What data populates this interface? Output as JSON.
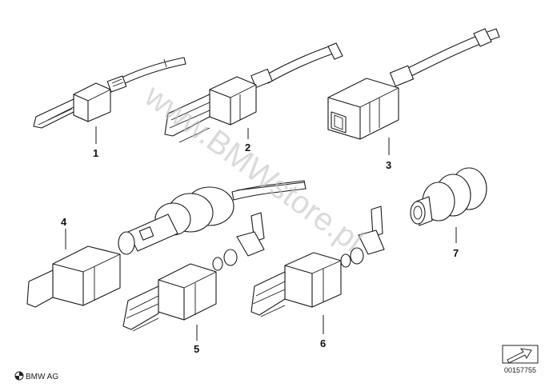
{
  "watermark": "www.BMWstore.pl",
  "brand": "BMW AG",
  "document_number": "00157755",
  "callouts": [
    "1",
    "2",
    "3",
    "4",
    "5",
    "6",
    "7"
  ]
}
